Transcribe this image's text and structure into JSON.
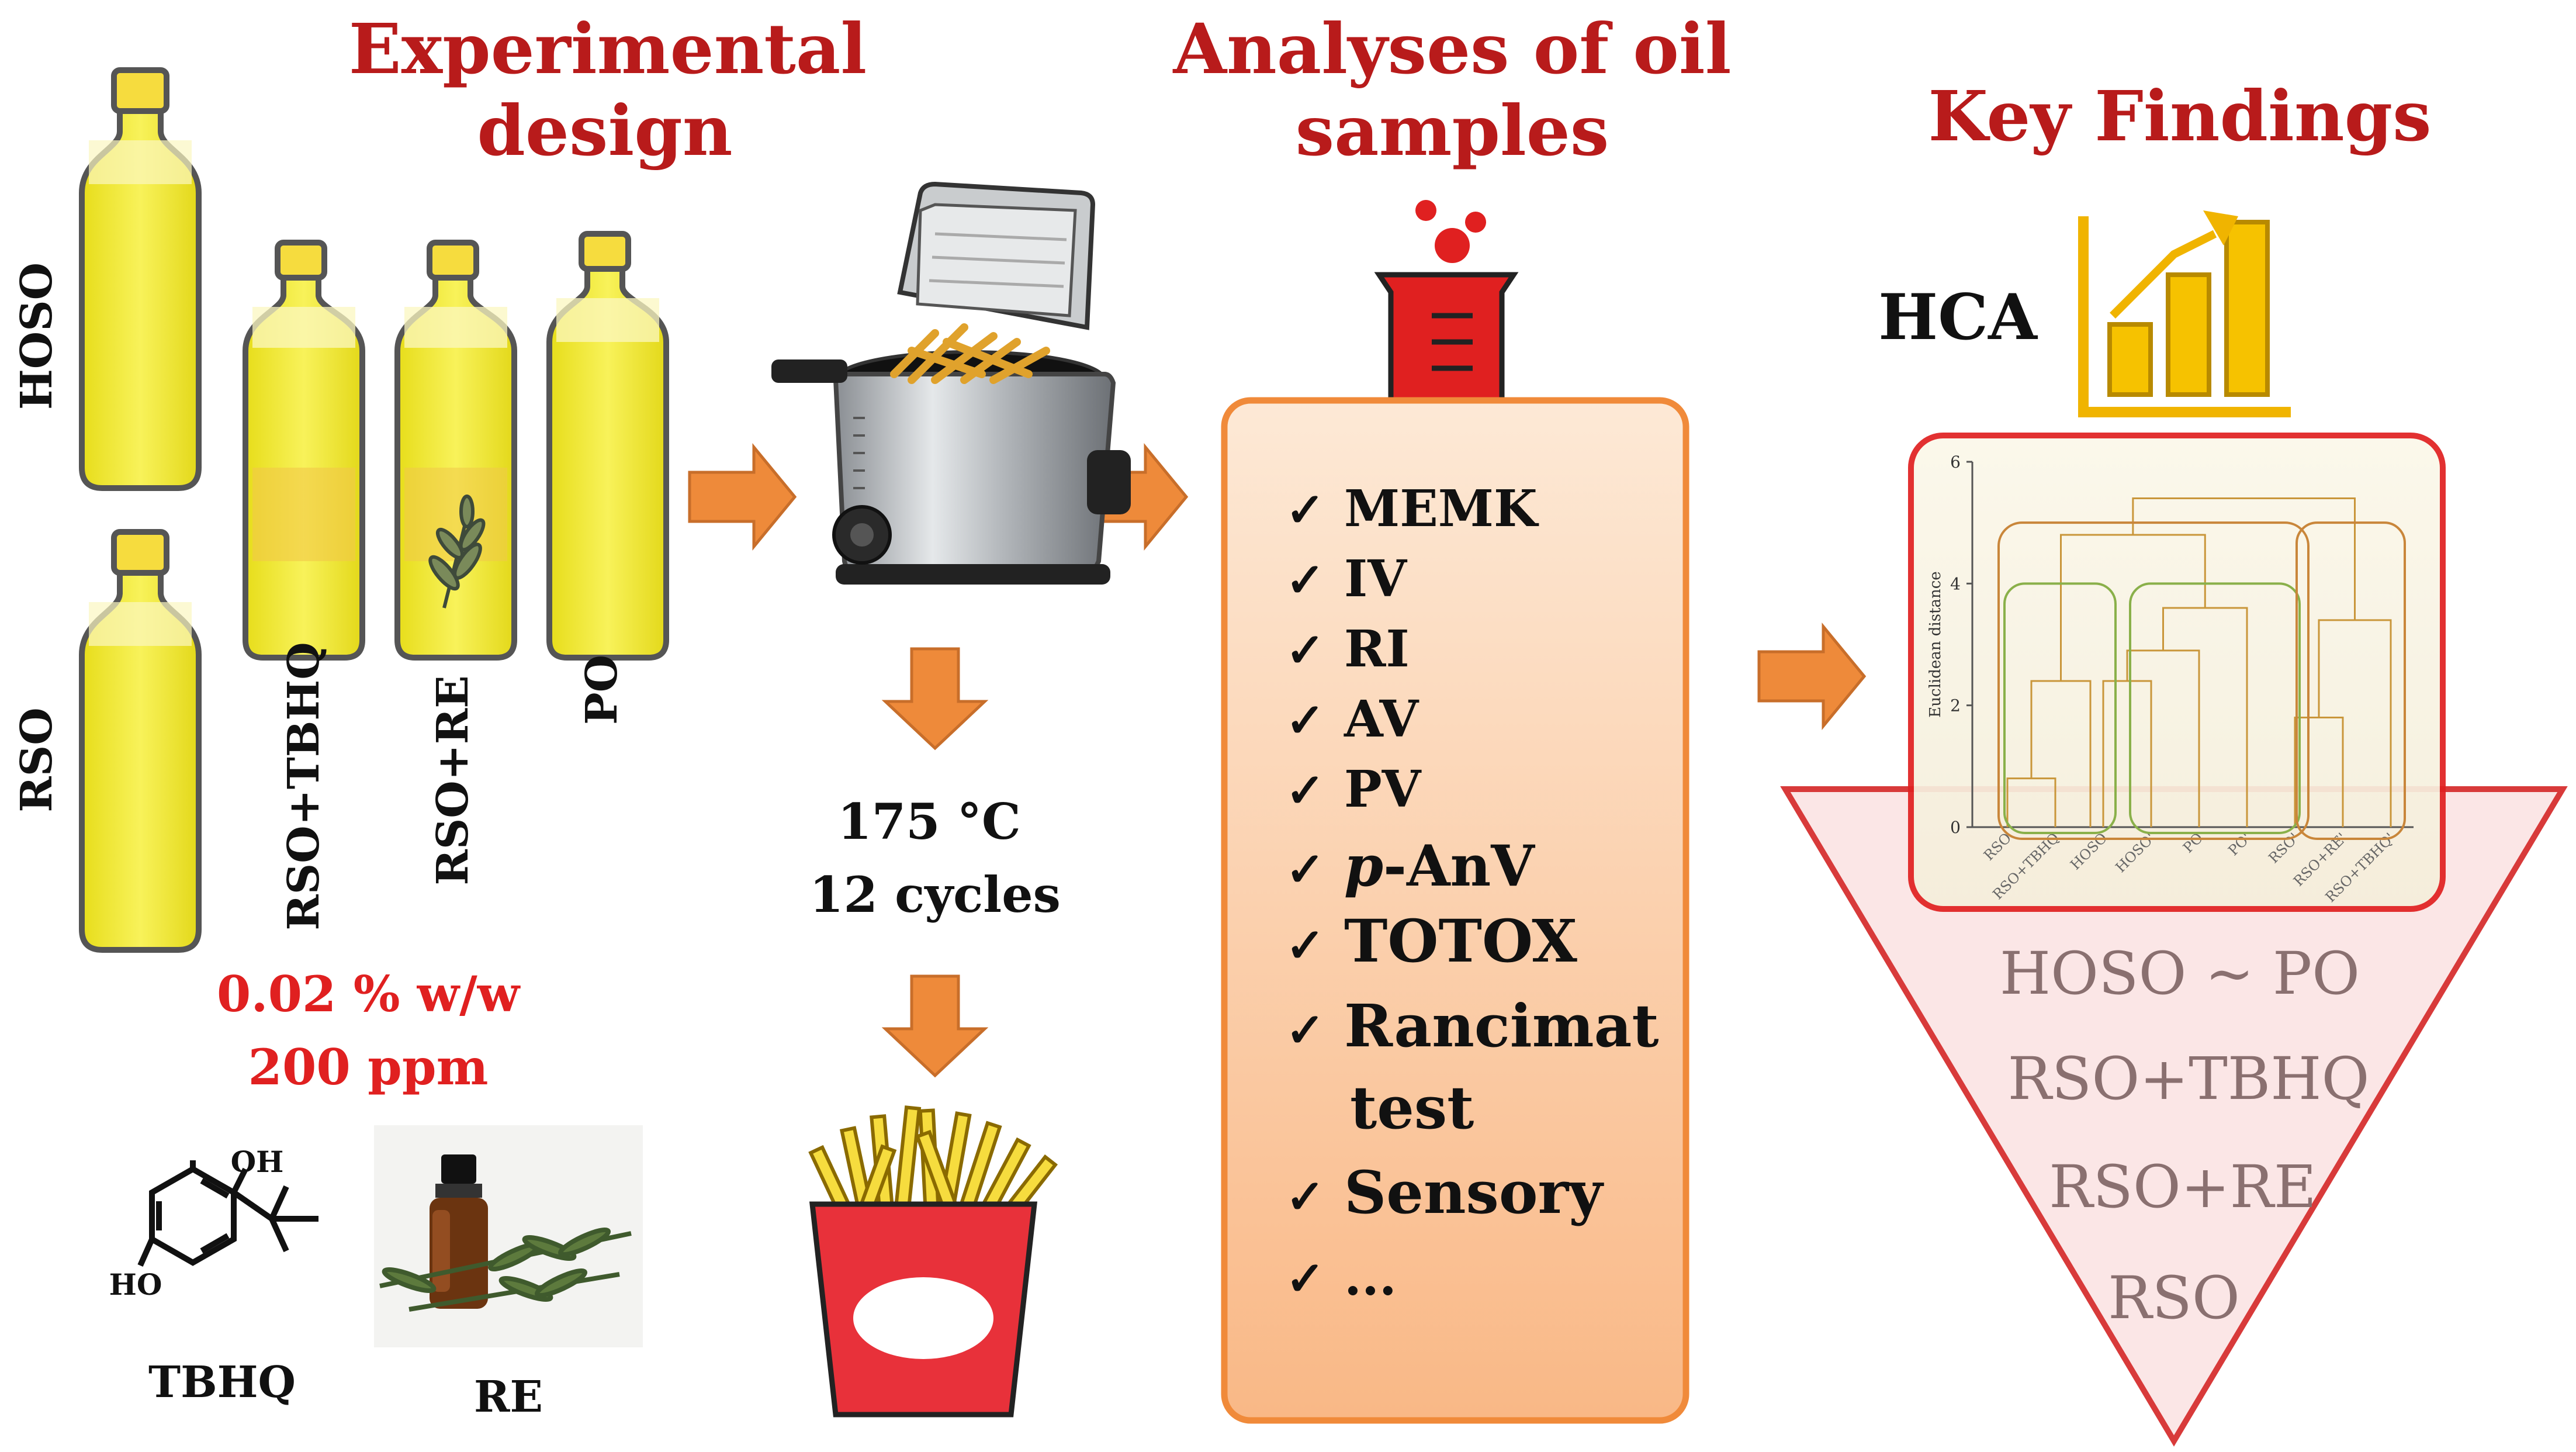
{
  "sections": {
    "experimental_design": {
      "title_line1": "Experimental",
      "title_line2": "design"
    },
    "analyses": {
      "title_line1": "Analyses of oil",
      "title_line2": "samples"
    },
    "key_findings": {
      "title": "Key Findings"
    }
  },
  "oils": {
    "hoso": "HOSO",
    "rso": "RSO",
    "rso_tbhq": "RSO+TBHQ",
    "rso_re": "RSO+RE",
    "po": "PO"
  },
  "dose": {
    "line1": "0.02 % w/w",
    "line2": "200 ppm"
  },
  "antioxidants": {
    "tbhq_label": "TBHQ",
    "re_label": "RE",
    "oh_top": "OH",
    "oh_bottom": "HO"
  },
  "frying": {
    "temperature": "175 °C",
    "cycles": "12 cycles"
  },
  "analyses_list": [
    {
      "label": "MEMK"
    },
    {
      "label": "IV"
    },
    {
      "label": "RI"
    },
    {
      "label": "AV"
    },
    {
      "label": "PV"
    },
    {
      "label_prefix": "p",
      "label": "-AnV"
    },
    {
      "label": "TOTOX"
    },
    {
      "label": "Rancimat",
      "label_line2": "test"
    },
    {
      "label": "Sensory"
    },
    {
      "label": "..."
    }
  ],
  "check_mark": "✓",
  "hca_label": "HCA",
  "dendrogram": {
    "ylabel": "Euclidean distance",
    "yticks": [
      "0",
      "2",
      "4",
      "6"
    ],
    "ylim": [
      0,
      6
    ],
    "leaves": [
      "RSO",
      "RSO+TBHQ",
      "HOSO",
      "HOSO'",
      "PO",
      "PO'",
      "RSO'",
      "RSO+RE'",
      "RSO+TBHQ'"
    ]
  },
  "ranking": [
    "HOSO ~ PO",
    "RSO+TBHQ",
    "RSO+RE",
    "RSO"
  ],
  "colors": {
    "title_red": "#b81b1b",
    "dose_red": "#e02020",
    "arrow_orange": "#ee8a3a",
    "oil_yellow": "#f3ec3a",
    "cap_yellow": "#f6dc3e",
    "panel_orange": "#f4a460",
    "ranking_gray": "#8a7070",
    "triangle_red": "#d83a3a"
  }
}
